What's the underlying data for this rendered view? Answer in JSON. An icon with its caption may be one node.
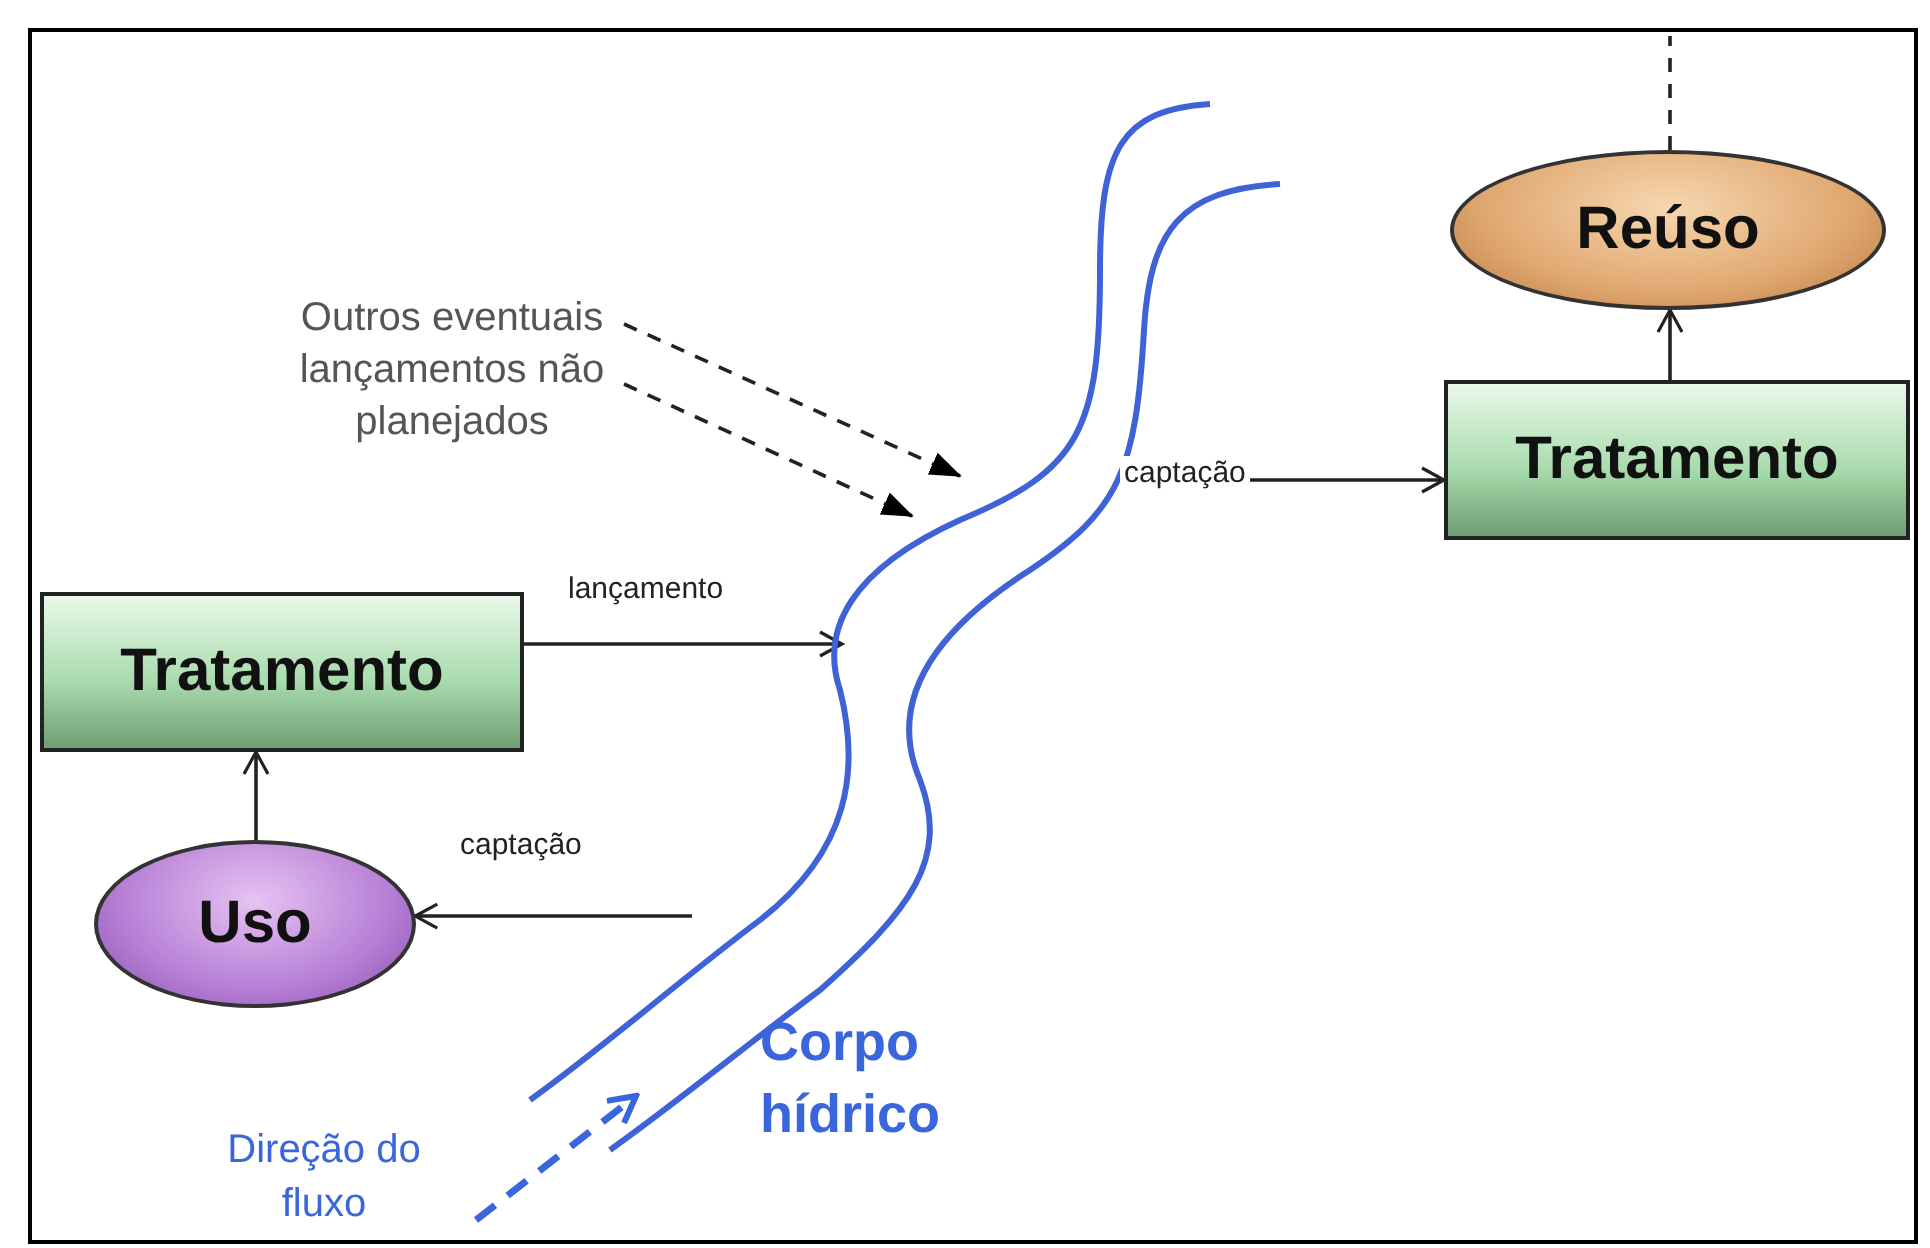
{
  "diagram": {
    "nodes": [
      {
        "text": [
          "Reúso"
        ]
      },
      {
        "text": [
          "Tratamento"
        ]
      },
      {
        "text": [
          "Outros eventuais lançamentos não planejados"
        ]
      },
      {
        "text": [
          "Corpo hídrico"
        ]
      },
      {
        "text": [
          "Tratamento"
        ]
      },
      {
        "text": [
          "Uso"
        ]
      }
    ],
    "edges": [
      {
        "from": 3,
        "to": 1,
        "label": "captação",
        "arrow": "to"
      },
      {
        "from": 1,
        "to": 0,
        "arrow": "to"
      },
      {
        "from": 0,
        "to": null,
        "arrow": "none",
        "style": "dashed"
      },
      {
        "from": 2,
        "to": 3,
        "arrow": "to",
        "style": "dashed"
      },
      {
        "from": 2,
        "to": 3,
        "arrow": "to",
        "style": "dashed"
      },
      {
        "from": 4,
        "to": 3,
        "label": "lançamento",
        "arrow": "to"
      },
      {
        "from": 5,
        "to": 4,
        "arrow": "to"
      },
      {
        "from": 3,
        "to": 5,
        "label": "captação",
        "arrow": "to"
      }
    ],
    "labels": [
      "Direção do fluxo"
    ]
  }
}
